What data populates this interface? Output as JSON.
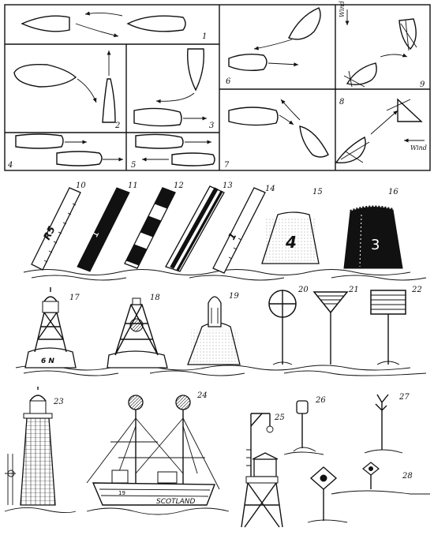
{
  "diagram": {
    "background": "#ffffff",
    "ink": "#111111",
    "panel_numbers": [
      "1",
      "2",
      "3",
      "4",
      "5",
      "6",
      "7",
      "8",
      "9"
    ],
    "figure_numbers": [
      "10",
      "11",
      "12",
      "13",
      "14",
      "15",
      "16",
      "17",
      "18",
      "19",
      "20",
      "21",
      "22",
      "23",
      "24",
      "25",
      "26",
      "27",
      "28"
    ],
    "buoy_markings": {
      "fig10": "R5",
      "fig11": "1",
      "fig14": "1",
      "fig15": "4",
      "fig16": "3",
      "fig17": "6 N"
    },
    "wind_labels": {
      "panel9": "Wind",
      "panel8": "Wind"
    },
    "lightship_name": "SCOTLAND",
    "lightship_bow_number": "19"
  }
}
